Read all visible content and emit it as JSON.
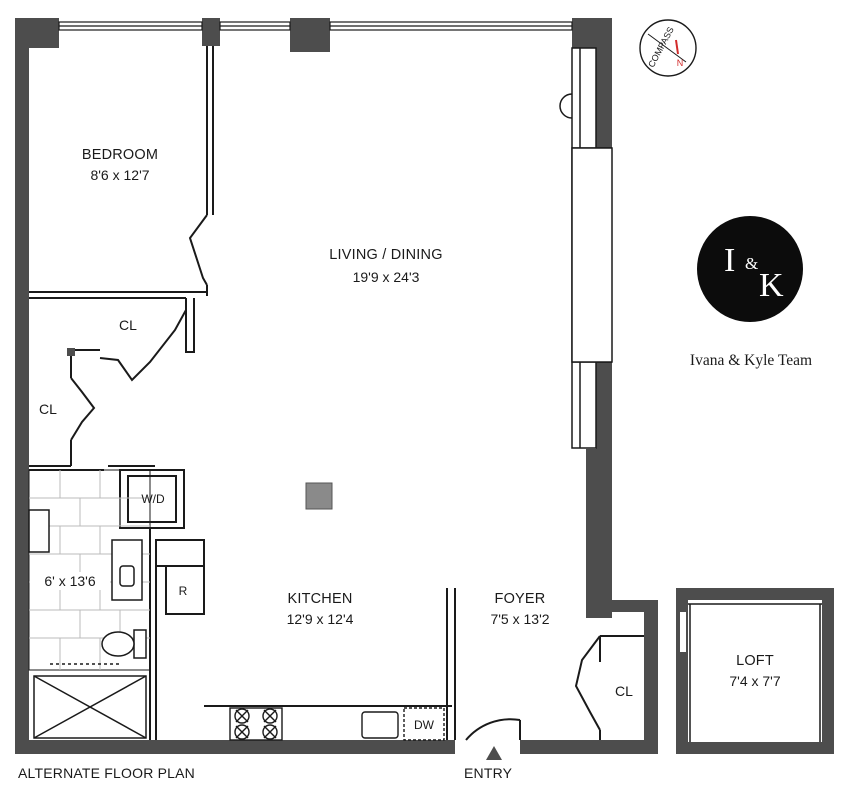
{
  "rooms": {
    "bedroom": {
      "name": "BEDROOM",
      "dim": "8'6 x 12'7"
    },
    "living": {
      "name": "LIVING / DINING",
      "dim": "19'9 x 24'3"
    },
    "kitchen": {
      "name": "KITCHEN",
      "dim": "12'9 x 12'4"
    },
    "foyer": {
      "name": "FOYER",
      "dim": "7'5 x 13'2"
    },
    "bath": {
      "dim": "6' x 13'6"
    },
    "loft": {
      "name": "LOFT",
      "dim": "7'4 x 7'7"
    }
  },
  "closets": {
    "cl1": "CL",
    "cl2": "CL",
    "cl3": "CL"
  },
  "fixtures": {
    "washer_dryer": "W/D",
    "refrigerator": "R",
    "dishwasher": "DW"
  },
  "compass": {
    "text": "COMPASS",
    "north": "N"
  },
  "captions": {
    "plan": "ALTERNATE FLOOR PLAN",
    "entry": "ENTRY"
  },
  "brand": {
    "mark_i": "I",
    "mark_amp": "&",
    "mark_k": "K",
    "team": "Ivana & Kyle Team"
  },
  "colors": {
    "wall": "#4d4d4d",
    "column": "#8a8a8a",
    "line": "#1a1a1a",
    "logo_bg": "#0c0c0c",
    "north": "#d22b2b"
  }
}
